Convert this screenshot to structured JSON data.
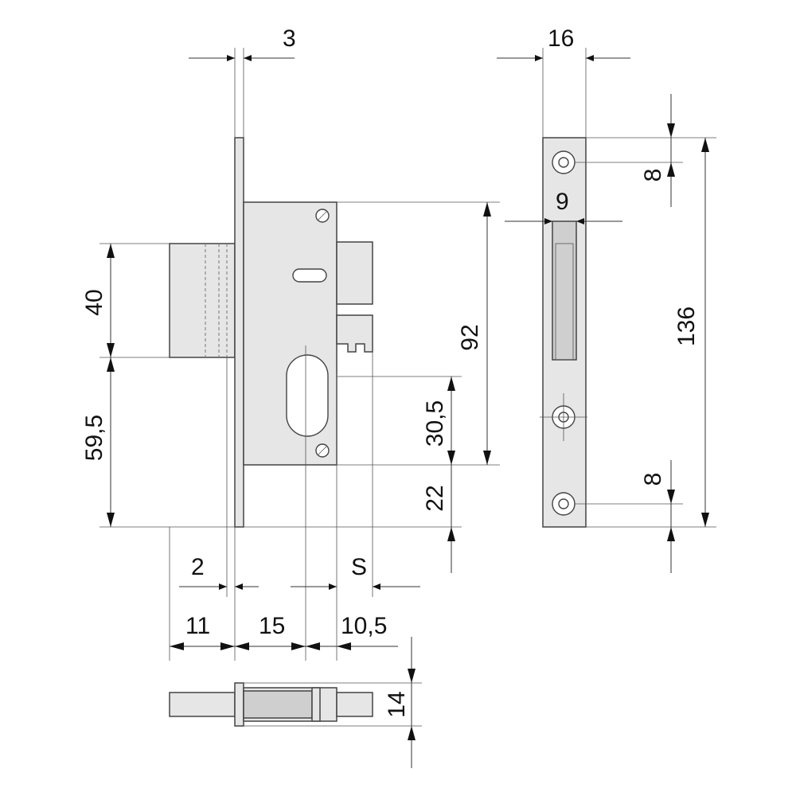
{
  "dimensions": {
    "faceplate_thickness": "3",
    "forend_width": "16",
    "forend_screw_top": "8",
    "forend_bolt_width": "9",
    "forend_height": "136",
    "forend_screw_bottom": "8",
    "bolt_height": "40",
    "lower_to_bolt": "59,5",
    "case_height": "92",
    "cylinder_center": "30,5",
    "bottom_offset": "22",
    "bolt_projection_step": "2",
    "cylinder_offset": "S",
    "bolt_throw": "11",
    "backset": "15",
    "rear_depth": "10,5",
    "thickness_view": "14"
  }
}
